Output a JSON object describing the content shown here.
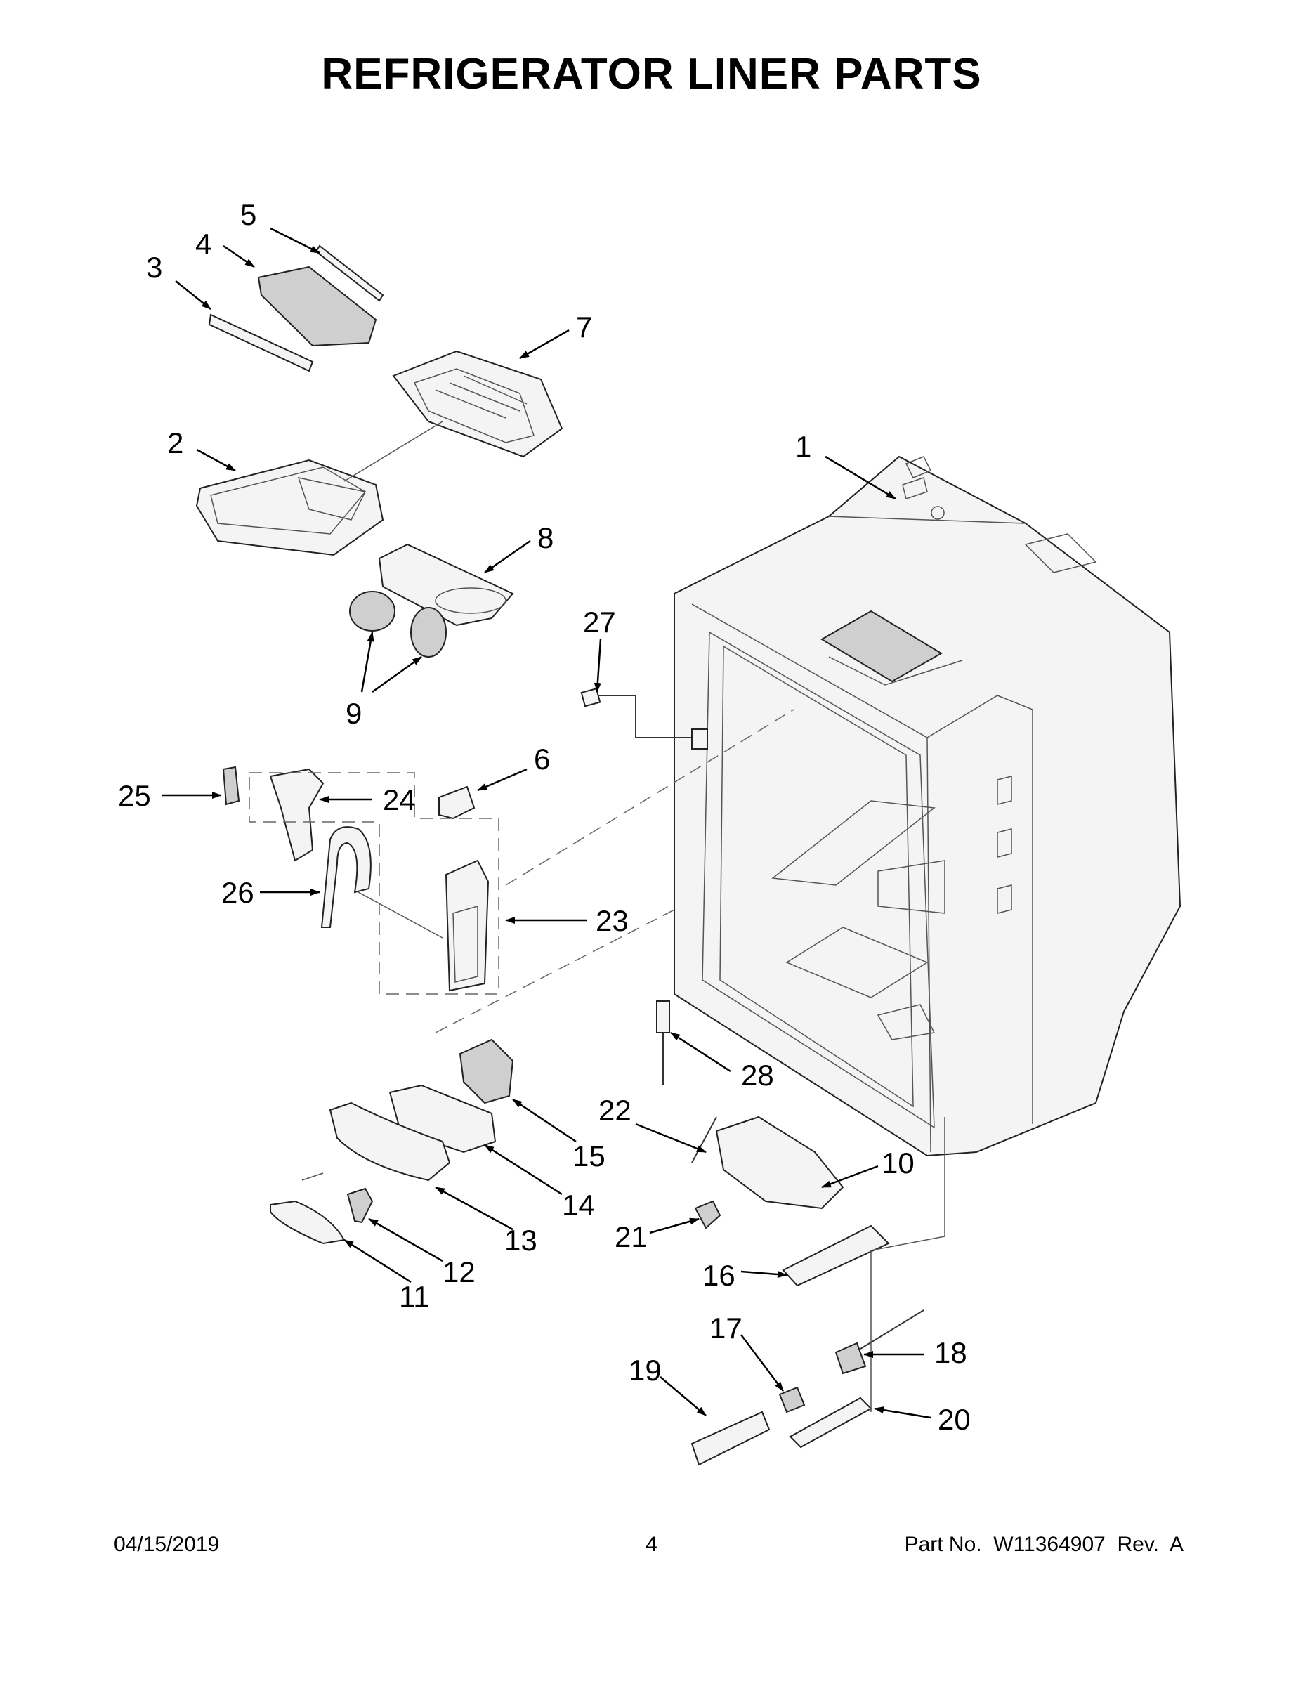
{
  "title": "REFRIGERATOR LINER PARTS",
  "footer": {
    "date": "04/15/2019",
    "page": "4",
    "part_number": "Part No.  W11364907  Rev.  A"
  },
  "labels": [
    "1",
    "2",
    "3",
    "4",
    "5",
    "6",
    "7",
    "8",
    "9",
    "10",
    "11",
    "12",
    "13",
    "14",
    "15",
    "16",
    "17",
    "18",
    "19",
    "20",
    "21",
    "22",
    "23",
    "24",
    "25",
    "26",
    "27",
    "28"
  ]
}
